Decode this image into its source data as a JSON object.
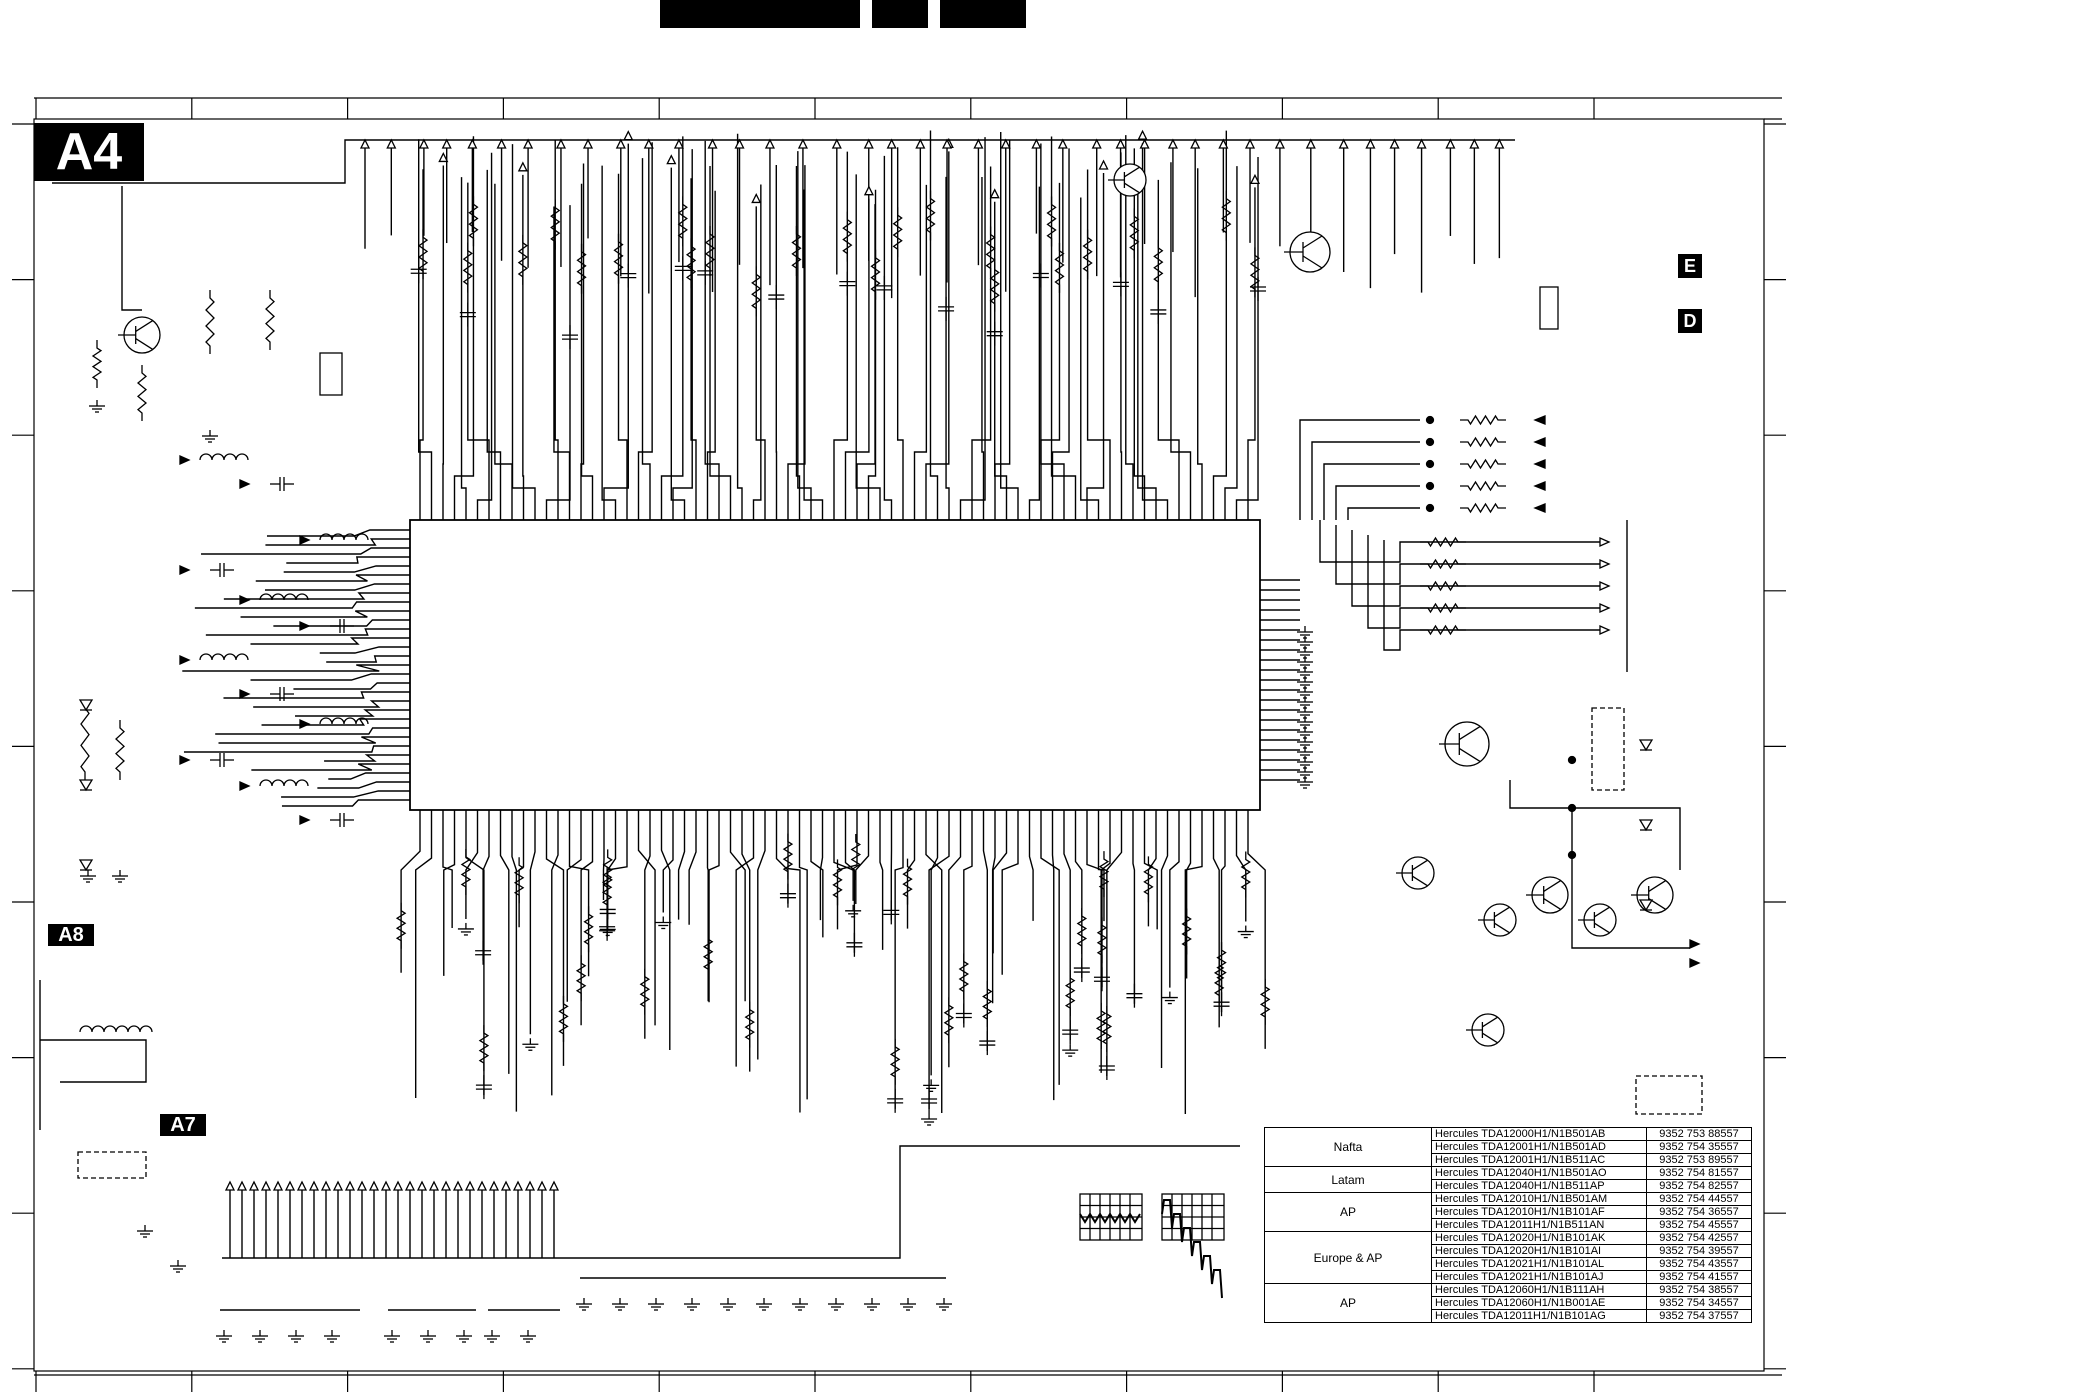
{
  "sheet": {
    "main_label": "A4",
    "labels": {
      "a8": "A8",
      "a7": "A7",
      "e": "E",
      "d": "D"
    }
  },
  "version_table": {
    "groups": [
      {
        "region": "Nafta",
        "rows": [
          {
            "type": "Hercules TDA12000H1/N1B501AB",
            "code": "9352 753 88557"
          },
          {
            "type": "Hercules TDA12001H1/N1B501AD",
            "code": "9352 754 35557"
          },
          {
            "type": "Hercules TDA12001H1/N1B511AC",
            "code": "9352 753 89557"
          }
        ]
      },
      {
        "region": "Latam",
        "rows": [
          {
            "type": "Hercules TDA12040H1/N1B501AO",
            "code": "9352 754 81557"
          },
          {
            "type": "Hercules TDA12040H1/N1B511AP",
            "code": "9352 754 82557"
          }
        ]
      },
      {
        "region": "AP",
        "rows": [
          {
            "type": "Hercules TDA12010H1/N1B501AM",
            "code": "9352 754 44557"
          },
          {
            "type": "Hercules TDA12010H1/N1B101AF",
            "code": "9352 754 36557"
          },
          {
            "type": "Hercules TDA12011H1/N1B511AN",
            "code": "9352 754 45557"
          }
        ]
      },
      {
        "region": "Europe & AP",
        "rows": [
          {
            "type": "Hercules TDA12020H1/N1B101AK",
            "code": "9352 754 42557"
          },
          {
            "type": "Hercules TDA12020H1/N1B101AI",
            "code": "9352 754 39557"
          },
          {
            "type": "Hercules TDA12021H1/N1B101AL",
            "code": "9352 754 43557"
          },
          {
            "type": "Hercules TDA12021H1/N1B101AJ",
            "code": "9352 754 41557"
          }
        ]
      },
      {
        "region": "AP",
        "rows": [
          {
            "type": "Hercules TDA12060H1/N1B111AH",
            "code": "9352 754 38557"
          },
          {
            "type": "Hercules TDA12060H1/N1B001AE",
            "code": "9352 754 34557"
          },
          {
            "type": "Hercules TDA12011H1/N1B101AG",
            "code": "9352 754 37557"
          }
        ]
      }
    ]
  },
  "colors": {
    "ink": "#000000",
    "paper": "#ffffff",
    "label_bg": "#000000",
    "label_text": "#ffffff"
  }
}
